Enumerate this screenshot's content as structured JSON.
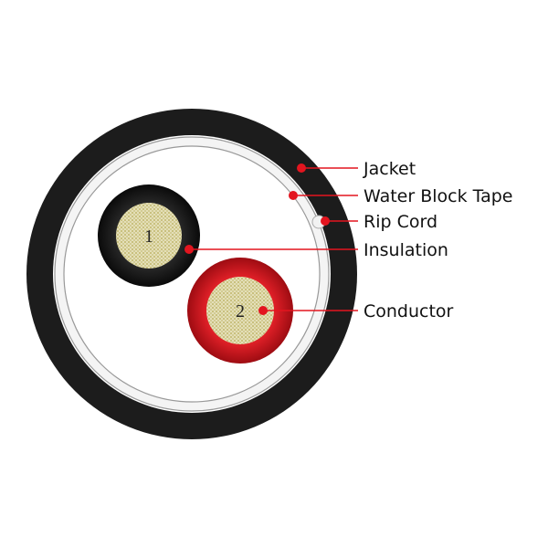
{
  "title": "Cable cross-section",
  "labels": {
    "jacket": "Jacket",
    "water_block_tape": "Water Block Tape",
    "rip_cord": "Rip Cord",
    "insulation": "Insulation",
    "conductor": "Conductor"
  },
  "conductors": [
    {
      "number": "1",
      "insulation_color": "#1a1a1a"
    },
    {
      "number": "2",
      "insulation_color": "#d0101a"
    }
  ],
  "colors": {
    "jacket": "#1c1c1c",
    "callout": "#e3151f",
    "conductor_fill": "#d9d3a8"
  }
}
